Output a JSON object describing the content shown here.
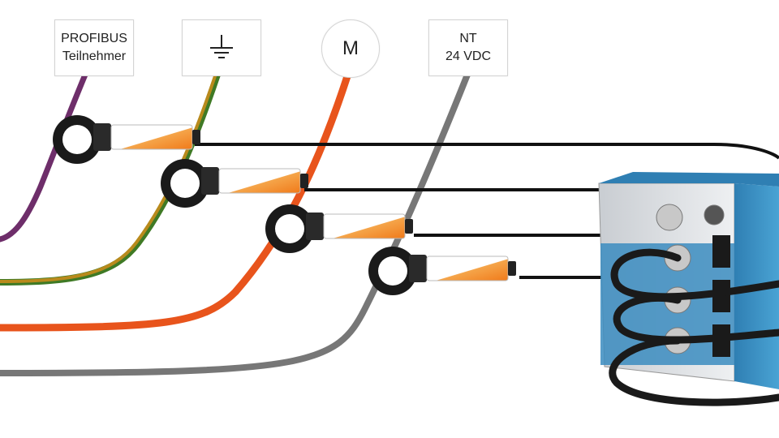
{
  "labels": {
    "profibus": {
      "line1": "PROFIBUS",
      "line2": "Teilnehmer"
    },
    "ground": {
      "icon": "ground-icon"
    },
    "motor": {
      "text": "M"
    },
    "nt": {
      "line1": "NT",
      "line2": "24 VDC"
    }
  },
  "cables": [
    {
      "name": "profibus-cable",
      "color": "#6e2e6a"
    },
    {
      "name": "ground-cable",
      "colors": [
        "#b98a1c",
        "#3f7a25"
      ]
    },
    {
      "name": "motor-cable",
      "color": "#e8541c"
    },
    {
      "name": "power-cable",
      "color": "#777777"
    }
  ],
  "sensor_accent": "#f08a24",
  "device_color": "#3f8fbf"
}
